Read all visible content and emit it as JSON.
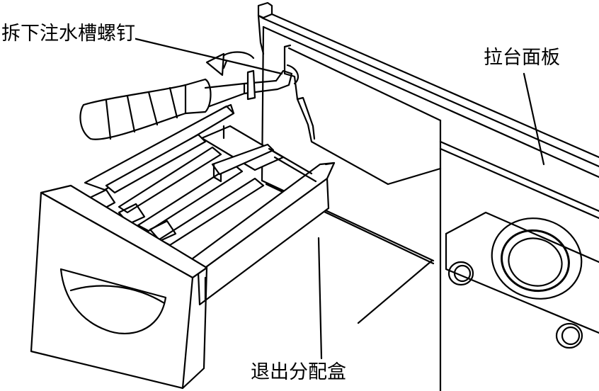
{
  "labels": {
    "remove_screw": "拆下注水槽螺钉",
    "panel": "拉台面板",
    "pull_out_box": "退出分配盒"
  },
  "colors": {
    "line": "#000000",
    "background": "#ffffff"
  }
}
